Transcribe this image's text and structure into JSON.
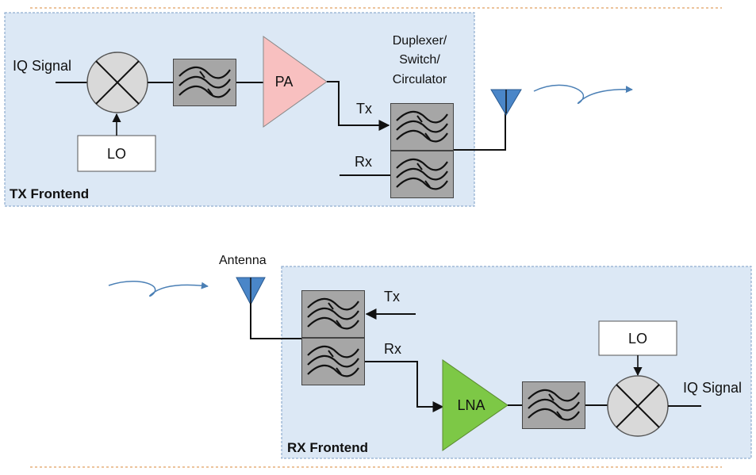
{
  "tx": {
    "title": "TX Frontend",
    "input_label": "IQ Signal",
    "lo_label": "LO",
    "pa_label": "PA",
    "duplexer_label_line1": "Duplexer/",
    "duplexer_label_line2": "Switch/",
    "duplexer_label_line3": "Circulator",
    "tx_port_label": "Tx",
    "rx_port_label": "Rx"
  },
  "rx": {
    "title": "RX Frontend",
    "antenna_label": "Antenna",
    "tx_port_label": "Tx",
    "rx_port_label": "Rx",
    "lna_label": "LNA",
    "lo_label": "LO",
    "output_label": "IQ Signal"
  },
  "colors": {
    "panel_fill": "#dce8f5",
    "panel_border": "#7a9cc6",
    "filter_fill": "#a6a6a6",
    "pa_fill": "#f8c0c0",
    "lna_fill": "#7dc846",
    "antenna_fill": "#4a86c8",
    "wave_color": "#4a7fb5",
    "dotted_rule": "#e0a060"
  },
  "icons": {
    "mixer": "mixer-icon",
    "filter": "bandpass-filter-icon",
    "antenna": "antenna-icon",
    "wave": "wireless-wave-icon"
  }
}
